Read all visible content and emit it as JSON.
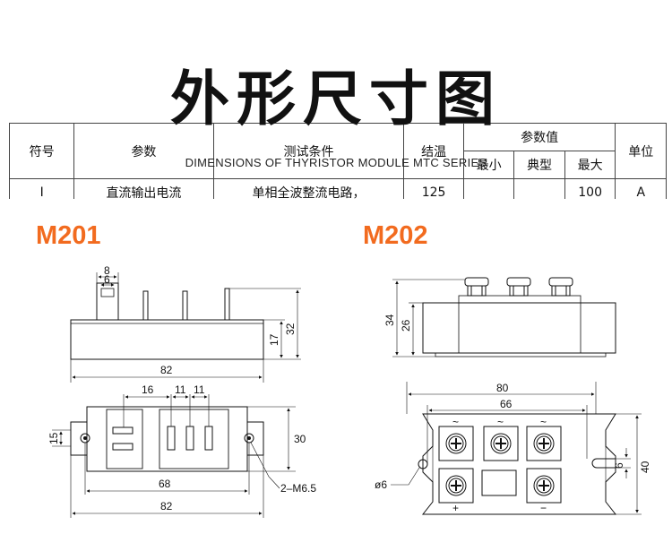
{
  "title": "外形尺寸图",
  "subtitle": "DIMENSIONS OF THYRISTOR MODULE MTC SERIES",
  "table": {
    "headers": {
      "symbol": "符号",
      "param": "参数",
      "test": "测试条件",
      "temp": "结温",
      "values": "参数值",
      "unit": "单位",
      "min": "最小",
      "typ": "典型",
      "max": "最大"
    },
    "row1": {
      "symbol": "I",
      "param": "直流输出电流",
      "test": "单相全波整流电路，",
      "temp": "125",
      "max": "100",
      "unit": "A"
    }
  },
  "models": {
    "left": "M201",
    "right": "M202"
  },
  "m201": {
    "dim_8": "8",
    "dim_6": "6",
    "dim_17": "17",
    "dim_32": "32",
    "dim_82_top": "82",
    "dim_16": "16",
    "dim_11a": "11",
    "dim_11b": "11",
    "dim_15": "15",
    "dim_30": "30",
    "dim_68": "68",
    "dim_82_bottom": "82",
    "hole_label": "2–M6.5"
  },
  "m202": {
    "dim_34": "34",
    "dim_26": "26",
    "dim_80": "80",
    "dim_66": "66",
    "dim_6": "6",
    "dim_40": "40",
    "hole_label": "ø6",
    "terminal_ac": "~",
    "terminal_plus": "+",
    "terminal_minus": "−"
  },
  "colors": {
    "accent": "#f26b1f",
    "line": "#111111"
  }
}
